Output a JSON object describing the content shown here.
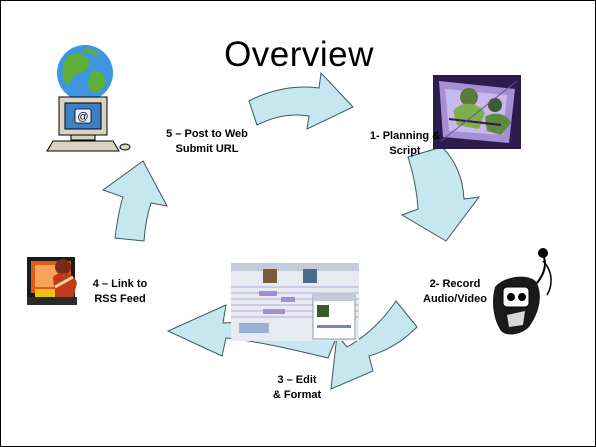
{
  "title": "Overview",
  "colors": {
    "arrow_fill": "#c6e7ef",
    "arrow_stroke": "#3c5a5f",
    "background": "#ffffff"
  },
  "steps": [
    {
      "line1": "1- Planning &",
      "line2": "Script",
      "icon": "planning-clipart-icon"
    },
    {
      "line1": "2- Record",
      "line2": "Audio/Video",
      "icon": "audio-recorder-icon"
    },
    {
      "line1": "3 – Edit",
      "line2": "& Format",
      "icon": "editing-software-screenshot"
    },
    {
      "line1": "4 – Link to",
      "line2": "RSS Feed",
      "icon": "person-at-computer-icon"
    },
    {
      "line1": "5 – Post to Web",
      "line2": "Submit URL",
      "icon": "globe-computer-icon"
    }
  ]
}
